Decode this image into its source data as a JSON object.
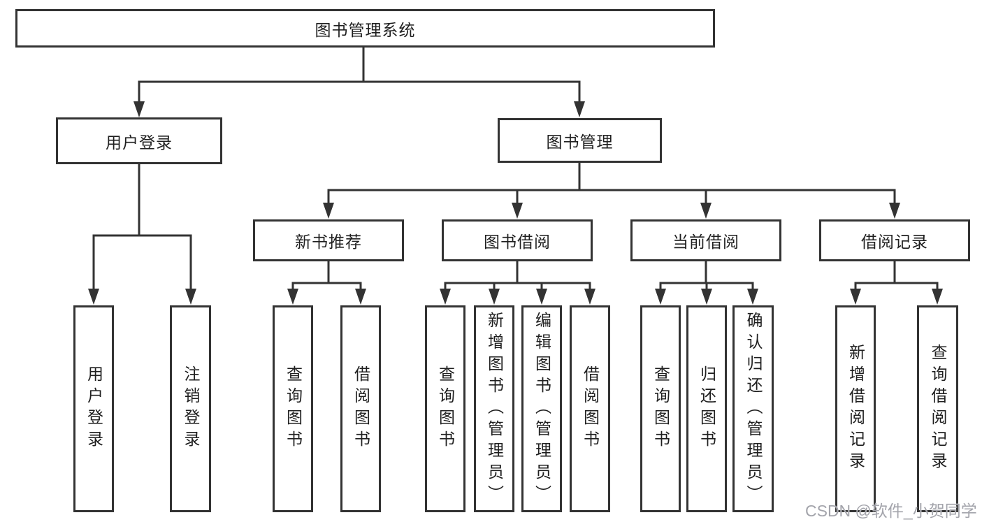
{
  "diagram": {
    "root": {
      "label": "图书管理系统"
    },
    "level2": [
      {
        "label": "用户登录"
      },
      {
        "label": "图书管理"
      }
    ],
    "level3": [
      {
        "label": "新书推荐"
      },
      {
        "label": "图书借阅"
      },
      {
        "label": "当前借阅"
      },
      {
        "label": "借阅记录"
      }
    ],
    "leaves": {
      "user_login": [
        "用户登录",
        "注销登录"
      ],
      "new_book_recommend": [
        "查询图书",
        "借阅图书"
      ],
      "book_borrow": [
        "查询图书",
        "新增图书（管理员）",
        "编辑图书（管理员）",
        "借阅图书"
      ],
      "current_borrow": [
        "查询图书",
        "归还图书",
        "确认归还（管理员）"
      ],
      "borrow_records": [
        "新增借阅记录",
        "查询借阅记录"
      ]
    }
  },
  "watermark": "CSDN @软件_小贺同学",
  "colors": {
    "line": "#333333",
    "box_border": "#333333",
    "text": "#1f1f1f",
    "watermark": "#a3a4ab",
    "background": "#ffffff"
  }
}
